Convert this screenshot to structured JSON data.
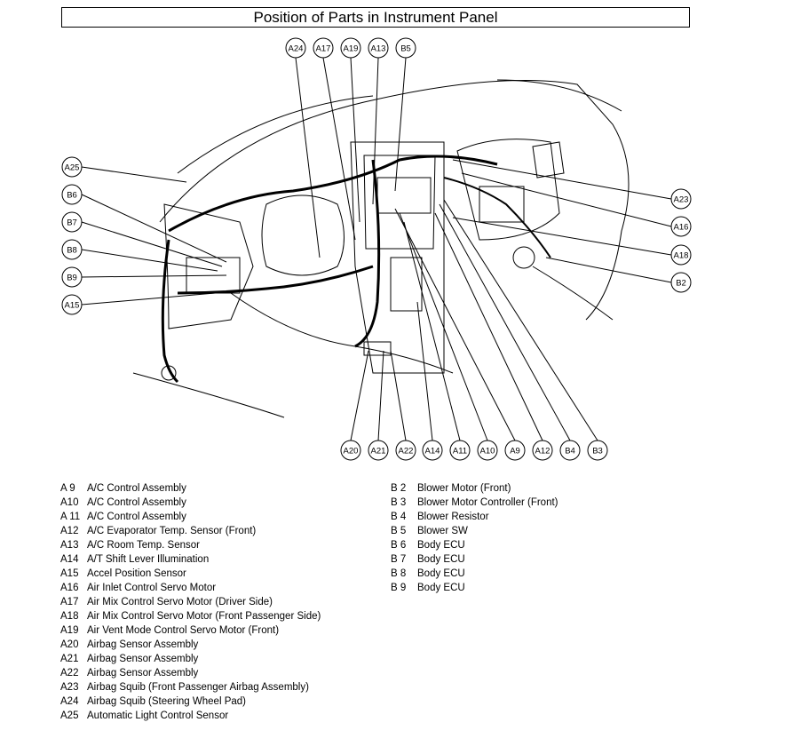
{
  "title": "Position of Parts in Instrument Panel",
  "callouts": {
    "top": [
      "A24",
      "A17",
      "A19",
      "A13",
      "B5"
    ],
    "left": [
      "A25",
      "B6",
      "B7",
      "B8",
      "B9",
      "A15"
    ],
    "right": [
      "A23",
      "A16",
      "A18",
      "B2"
    ],
    "bottom": [
      "A20",
      "A21",
      "A22",
      "A14",
      "A11",
      "A10",
      "A9",
      "A12",
      "B4",
      "B3"
    ]
  },
  "legend_left": [
    {
      "code": "A  9",
      "name": "A/C Control Assembly"
    },
    {
      "code": "A10",
      "name": "A/C Control Assembly"
    },
    {
      "code": "A 11",
      "name": "A/C Control Assembly"
    },
    {
      "code": "A12",
      "name": "A/C Evaporator Temp. Sensor (Front)"
    },
    {
      "code": "A13",
      "name": "A/C Room Temp. Sensor"
    },
    {
      "code": "A14",
      "name": "A/T Shift Lever Illumination"
    },
    {
      "code": "A15",
      "name": "Accel Position Sensor"
    },
    {
      "code": "A16",
      "name": "Air Inlet Control Servo Motor"
    },
    {
      "code": "A17",
      "name": "Air Mix Control Servo Motor (Driver Side)"
    },
    {
      "code": "A18",
      "name": "Air Mix Control Servo Motor (Front Passenger Side)"
    },
    {
      "code": "A19",
      "name": "Air Vent Mode Control Servo Motor (Front)"
    },
    {
      "code": "A20",
      "name": "Airbag Sensor Assembly"
    },
    {
      "code": "A21",
      "name": "Airbag Sensor Assembly"
    },
    {
      "code": "A22",
      "name": "Airbag Sensor Assembly"
    },
    {
      "code": "A23",
      "name": "Airbag Squib (Front Passenger Airbag Assembly)"
    },
    {
      "code": "A24",
      "name": "Airbag Squib (Steering Wheel Pad)"
    },
    {
      "code": "A25",
      "name": "Automatic Light Control Sensor"
    }
  ],
  "legend_right": [
    {
      "code": "B  2",
      "name": "Blower Motor (Front)"
    },
    {
      "code": "B  3",
      "name": "Blower Motor Controller (Front)"
    },
    {
      "code": "B  4",
      "name": "Blower Resistor"
    },
    {
      "code": "B  5",
      "name": "Blower SW"
    },
    {
      "code": "B  6",
      "name": "Body ECU"
    },
    {
      "code": "B  7",
      "name": "Body ECU"
    },
    {
      "code": "B  8",
      "name": "Body ECU"
    },
    {
      "code": "B  9",
      "name": "Body ECU"
    }
  ]
}
